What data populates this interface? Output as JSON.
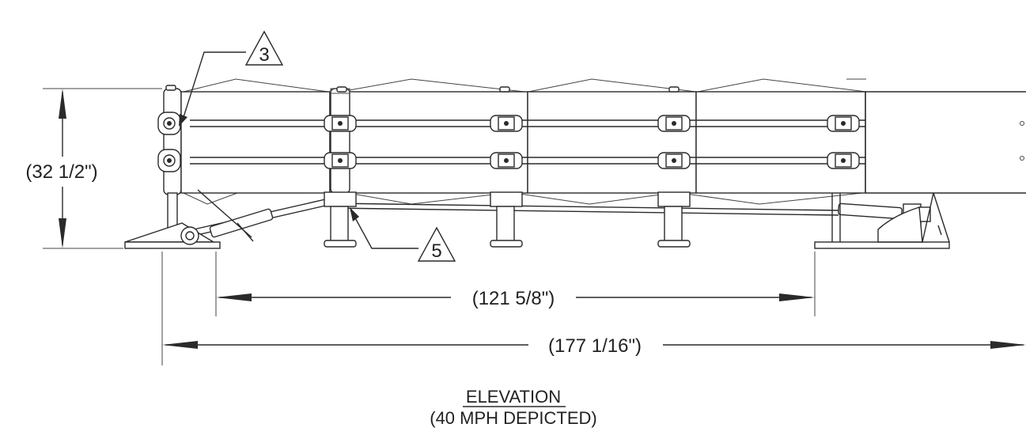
{
  "callouts": {
    "callout_3": "3",
    "callout_5": "5"
  },
  "dimensions": {
    "height": "(32 1/2\")",
    "anchor_span": "(121 5/8\")",
    "overall_length": "(177 1/16\")"
  },
  "title": {
    "main": "ELEVATION",
    "sub": "(40 MPH DEPICTED)"
  },
  "colors": {
    "line": "#2a2a2a",
    "background": "#ffffff"
  }
}
